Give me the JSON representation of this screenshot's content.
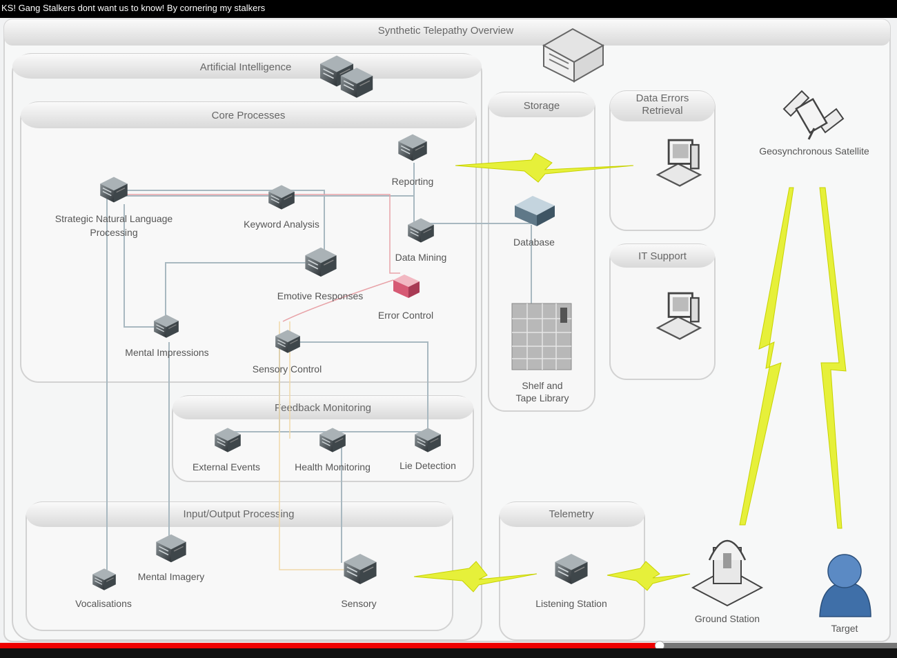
{
  "video": {
    "title": "KS! Gang Stalkers dont want us to know! By cornering my stalkers",
    "progress": 0.735
  },
  "diagram": {
    "title": "Synthetic Telepathy Overview",
    "ai_group": "Artificial Intelligence",
    "core_group": "Core Processes",
    "feedback_group": "Feedback Monitoring",
    "io_group": "Input/Output Processing",
    "storage_group": "Storage",
    "ded_group_line1": "Data Errors",
    "ded_group_line2": "Retrieval",
    "it_group": "IT Support",
    "telemetry_group": "Telemetry",
    "nodes": {
      "reporting": "Reporting",
      "snlp_line1": "Strategic Natural Language",
      "snlp_line2": "Processing",
      "keyword": "Keyword Analysis",
      "data_mining": "Data Mining",
      "emotive": "Emotive Responses",
      "error_control": "Error Control",
      "mental_impressions": "Mental Impressions",
      "sensory_control": "Sensory Control",
      "external_events": "External Events",
      "health": "Health Monitoring",
      "lie": "Lie Detection",
      "mental_imagery": "Mental Imagery",
      "vocalisations": "Vocalisations",
      "sensory": "Sensory",
      "database": "Database",
      "tape_line1": "Shelf and",
      "tape_line2": "Tape Library",
      "listening": "Listening Station",
      "satellite": "Geosynchronous Satellite",
      "ground": "Ground Station",
      "target": "Target"
    }
  }
}
